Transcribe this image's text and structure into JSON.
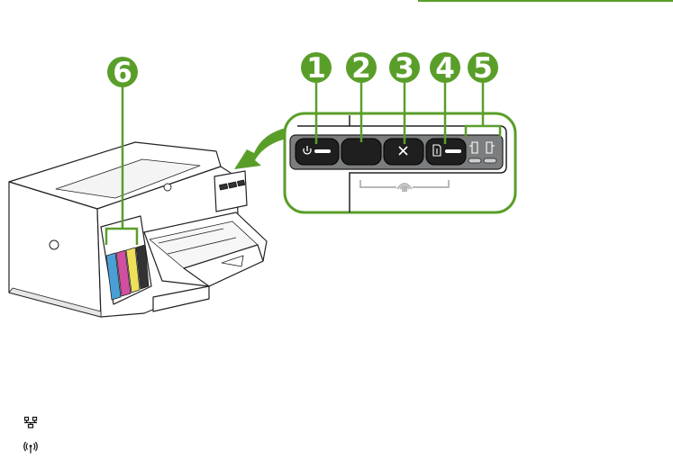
{
  "callouts": [
    "1",
    "2",
    "3",
    "4",
    "5",
    "6"
  ],
  "icons": {
    "power": "power-icon",
    "cancel": "cancel-x-icon",
    "resume": "page-resume-icon",
    "ink_status": "ink-cartridge-icon",
    "wireless_panel": "wireless-icon",
    "legend_network": "network-icon",
    "legend_wireless": "wireless-signal-icon"
  },
  "colors": {
    "accent_green": "#5a9e2a",
    "panel_fill": "#7b7d7e",
    "button_fill": "#1f1f1f"
  }
}
